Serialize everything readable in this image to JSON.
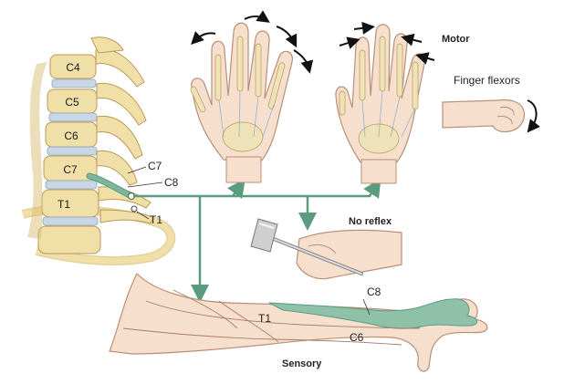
{
  "vertebrae": {
    "c4": "C4",
    "c5": "C5",
    "c6": "C6",
    "c7": "C7",
    "t1": "T1"
  },
  "nerve_roots": {
    "c7": "C7",
    "c8": "C8",
    "t1": "T1"
  },
  "labels": {
    "motor": "Motor",
    "finger_flexors": "Finger flexors",
    "no_reflex": "No reflex",
    "sensory": "Sensory"
  },
  "dermatomes": {
    "t1": "T1",
    "c8": "C8",
    "c6": "C6"
  },
  "colors": {
    "bone": "#f1dfa8",
    "bone_shade": "#d9bd73",
    "disc": "#c9d6e6",
    "nerve": "#7fb59b",
    "skin": "#f7dfce",
    "skin_line": "#b98f77",
    "pathway": "#5a9c80"
  }
}
